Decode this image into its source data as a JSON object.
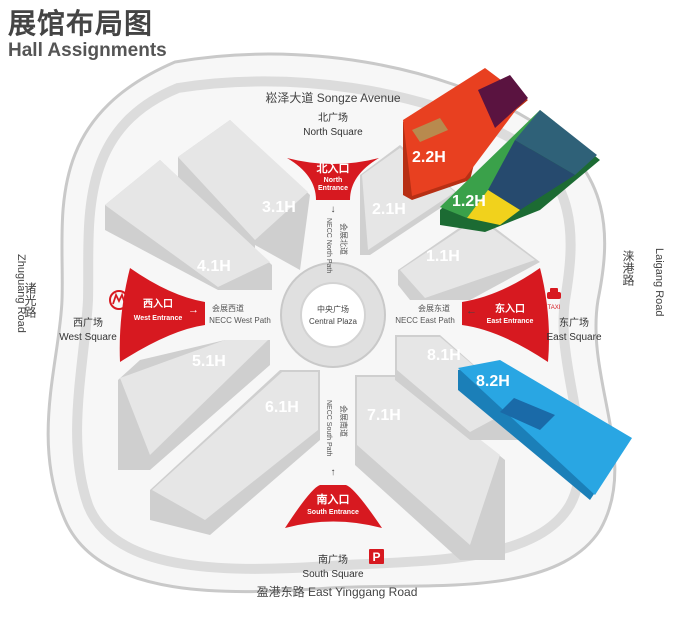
{
  "title": {
    "cn": "展馆布局图",
    "en": "Hall Assignments"
  },
  "roads": {
    "north": "崧泽大道 Songze Avenue",
    "south": "盈港东路 East Yinggang Road",
    "west_cn": "诸光路",
    "west_en": "Zhuguang Road",
    "east_cn": "涞港路",
    "east_en": "Laigang Road"
  },
  "squares": {
    "north_cn": "北广场",
    "north_en": "North Square",
    "south_cn": "南广场",
    "south_en": "South Square",
    "west_cn": "西广场",
    "west_en": "West Square",
    "east_cn": "东广场",
    "east_en": "East Square"
  },
  "entrances": {
    "north_cn": "北入口",
    "north_en1": "North",
    "north_en2": "Entrance",
    "south_cn": "南入口",
    "south_en": "South Entrance",
    "west_cn": "西入口",
    "west_en": "West Entrance",
    "east_cn": "东入口",
    "east_en": "East Entrance"
  },
  "paths": {
    "north_cn": "会展北道",
    "north_en": "NECC North Path",
    "south_cn": "会展南道",
    "south_en": "NECC South Path",
    "west_cn": "会展西道",
    "west_en": "NECC West Path",
    "east_cn": "会展东道",
    "east_en": "NECC East Path"
  },
  "plaza": {
    "cn": "中央广场",
    "en": "Central Plaza"
  },
  "halls": {
    "h1_1": "1.1H",
    "h1_2": "1.2H",
    "h2_1": "2.1H",
    "h2_2": "2.2H",
    "h3_1": "3.1H",
    "h4_1": "4.1H",
    "h5_1": "5.1H",
    "h6_1": "6.1H",
    "h7_1": "7.1H",
    "h8_1": "8.1H",
    "h8_2": "8.2H"
  },
  "icons": {
    "taxi": "TAXI",
    "parking": "P",
    "metro": "metro-icon"
  },
  "colors": {
    "entrance_red": "#d71920",
    "hall_gray": "#e3e3e3",
    "hall_2_2_red": "#e84020",
    "hall_2_2_purple": "#5a1340",
    "hall_1_2_green": "#3aa14a",
    "hall_1_2_navy": "#1f4e79",
    "hall_1_2_yellow": "#f1d21c",
    "hall_8_2_blue": "#29a6e3"
  }
}
